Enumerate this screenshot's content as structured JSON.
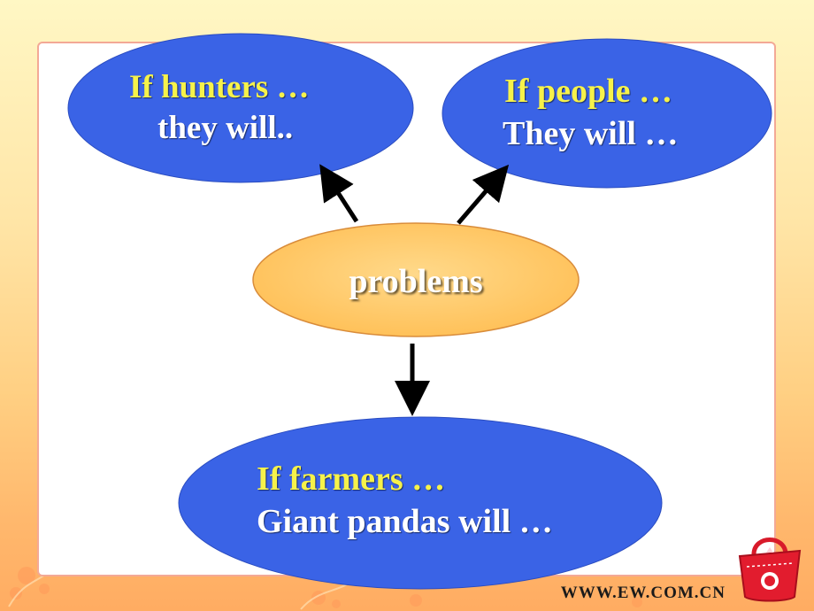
{
  "slide": {
    "background_top": "#fff7c4",
    "background_bottom": "#ffac62",
    "panel_border": "#f3a996"
  },
  "diagram": {
    "center": {
      "label": "problems",
      "fill": "#ffcc66",
      "stroke": "#d98c3a"
    },
    "nodes": [
      {
        "id": "hunters",
        "line1": "If hunters …",
        "line2": "they will..",
        "fill": "#3366ee"
      },
      {
        "id": "people",
        "line1": "If people …",
        "line2": "They will …",
        "fill": "#3366ee"
      },
      {
        "id": "farmers",
        "line1": "If farmers …",
        "line2": "Giant pandas will …",
        "fill": "#3366ee"
      }
    ],
    "arrows": [
      "center-to-hunters",
      "center-to-people",
      "center-to-farmers"
    ],
    "line1_color": "#f6f24a",
    "line2_color": "#ffffff"
  },
  "footer": {
    "watermark": "WWW.EW.COM.CN",
    "logo": "red-handbag-logo-icon"
  }
}
